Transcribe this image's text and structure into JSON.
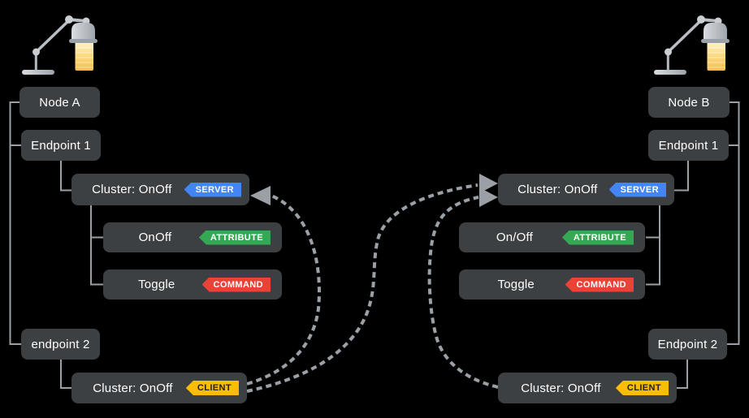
{
  "diagram": {
    "left": {
      "node": "Node A",
      "endpoint1": "Endpoint 1",
      "cluster_server": "Cluster: OnOff",
      "attribute": "OnOff",
      "command": "Toggle",
      "endpoint2": "endpoint 2",
      "cluster_client": "Cluster: OnOff"
    },
    "right": {
      "node": "Node B",
      "endpoint1": "Endpoint 1",
      "cluster_server": "Cluster: OnOff",
      "attribute": "On/Off",
      "command": "Toggle",
      "endpoint2": "Endpoint 2",
      "cluster_client": "Cluster: OnOff"
    },
    "badges": {
      "server": "SERVER",
      "attribute": "ATTRIBUTE",
      "command": "COMMAND",
      "client": "CLIENT"
    },
    "connections": [
      {
        "from": "node-a-endpoint2-client",
        "to": "node-a-endpoint1-server",
        "style": "dashed-arrow"
      },
      {
        "from": "node-a-endpoint2-client",
        "to": "node-b-endpoint1-server",
        "style": "dashed-arrow"
      },
      {
        "from": "node-b-endpoint2-client",
        "to": "node-b-endpoint1-server",
        "style": "dashed-arrow"
      }
    ],
    "icons": [
      "desk-lamp-icon",
      "desk-lamp-icon"
    ],
    "colors": {
      "background": "#000000",
      "box": "#3c4043",
      "box_text": "#ffffff",
      "connector": "#9aa0a6",
      "server_badge": "#4285f4",
      "attribute_badge": "#34a853",
      "command_badge": "#ea4335",
      "client_badge": "#fbbc04",
      "client_badge_text": "#202124",
      "lamp_light": "#fbbc04"
    }
  }
}
